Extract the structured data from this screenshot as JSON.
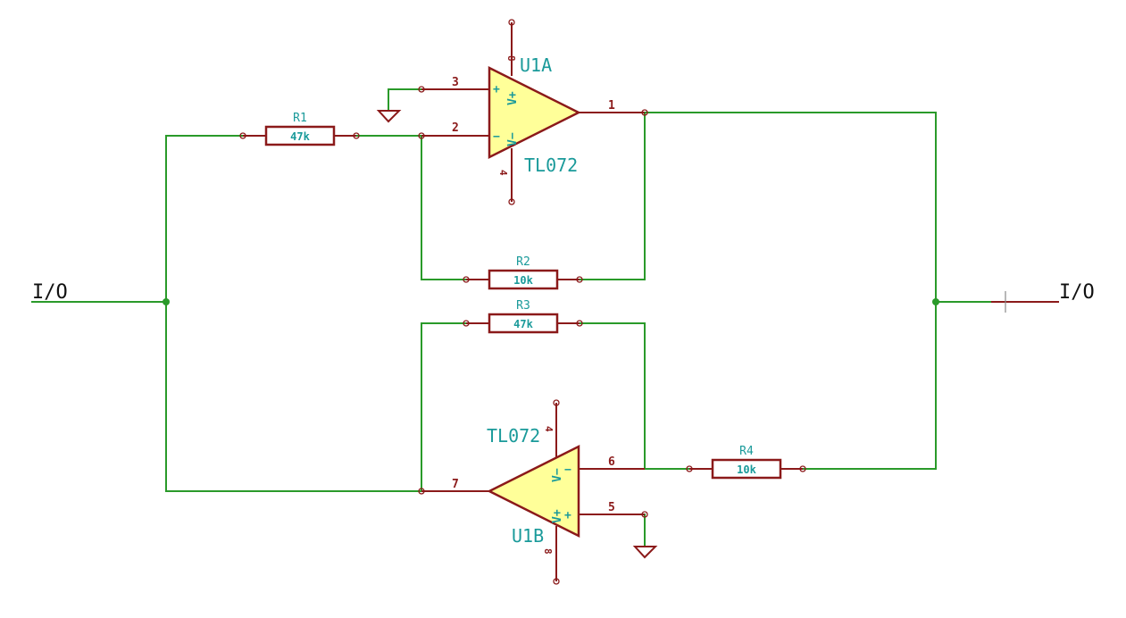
{
  "labels": {
    "left_io": "I/O",
    "right_io": "I/O"
  },
  "u1a": {
    "ref": "U1A",
    "value": "TL072",
    "pin_out": "1",
    "pin_noninv": "3",
    "pin_inv": "2",
    "pin_vplus": "8",
    "pin_vminus": "4",
    "plus_sign": "+",
    "minus_sign": "−",
    "vplus_label": "V+",
    "vminus_label": "V−"
  },
  "u1b": {
    "ref": "U1B",
    "value": "TL072",
    "pin_out": "7",
    "pin_inv": "6",
    "pin_noninv": "5",
    "pin_vminus": "4",
    "pin_vplus": "8",
    "plus_sign": "+",
    "minus_sign": "−",
    "vplus_label": "V+",
    "vminus_label": "V−"
  },
  "resistors": {
    "r1": {
      "ref": "R1",
      "value": "47k"
    },
    "r2": {
      "ref": "R2",
      "value": "10k"
    },
    "r3": {
      "ref": "R3",
      "value": "47k"
    },
    "r4": {
      "ref": "R4",
      "value": "10k"
    }
  },
  "colors": {
    "wire": "#2a9a2a",
    "component": "#8b1a1a",
    "opamp_fill": "#ffff99",
    "text": "#1a9a9a"
  }
}
